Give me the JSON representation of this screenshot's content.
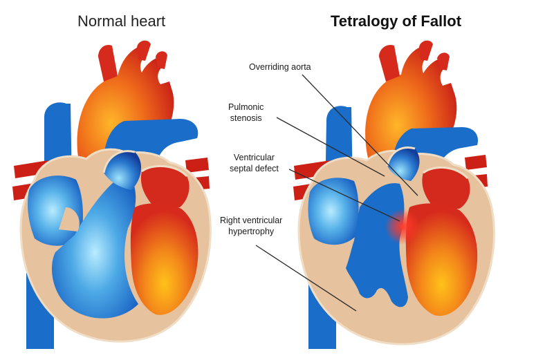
{
  "titles": {
    "normal": "Normal heart",
    "tetralogy": "Tetralogy of Fallot"
  },
  "annotations": [
    {
      "id": "overriding-aorta",
      "text": "Overriding aorta"
    },
    {
      "id": "pulmonic-stenosis",
      "text": "Pulmonic\nstenosis"
    },
    {
      "id": "ventricular-septal-defect",
      "text": "Ventricular\nseptal defect"
    },
    {
      "id": "right-ventricular-hypertrophy",
      "text": "Right ventricular\nhypertrophy"
    }
  ],
  "colors": {
    "oxygenated_red": "#d42a1e",
    "oxygenated_orange": "#f39a14",
    "deoxygenated_blue": "#1a6dc8",
    "deoxygenated_light": "#7fd6f5",
    "myocardium": "#e6c29e",
    "outline": "#f0ddc6",
    "defect_glow": "#ff3c2a"
  }
}
